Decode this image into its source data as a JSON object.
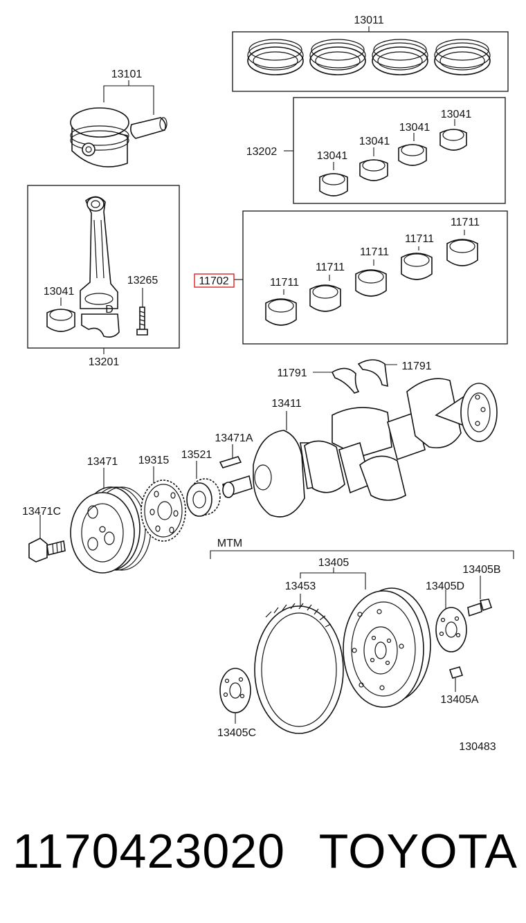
{
  "labels": {
    "p13011": "13011",
    "p13101": "13101",
    "p13202": "13202",
    "p13041_a": "13041",
    "p13041_b": "13041",
    "p13041_c": "13041",
    "p13041_d": "13041",
    "p13041_rod": "13041",
    "p13265": "13265",
    "p13201": "13201",
    "p11702": "11702",
    "p11711_a": "11711",
    "p11711_b": "11711",
    "p11711_c": "11711",
    "p11711_d": "11711",
    "p11711_e": "11711",
    "p11791_l": "11791",
    "p11791_r": "11791",
    "p13411": "13411",
    "p13471A": "13471A",
    "p13471": "13471",
    "p19315": "19315",
    "p13521": "13521",
    "p13471C": "13471C",
    "mtm": "MTM",
    "p13405": "13405",
    "p13453": "13453",
    "p13405B": "13405B",
    "p13405D": "13405D",
    "p13405A": "13405A",
    "p13405C": "13405C",
    "code": "130483",
    "cap_d": "D"
  },
  "footer": {
    "part_number": "1170423020",
    "brand": "TOYOTA"
  },
  "colors": {
    "line": "#111111",
    "highlight": "#dd2222",
    "background": "#ffffff"
  }
}
